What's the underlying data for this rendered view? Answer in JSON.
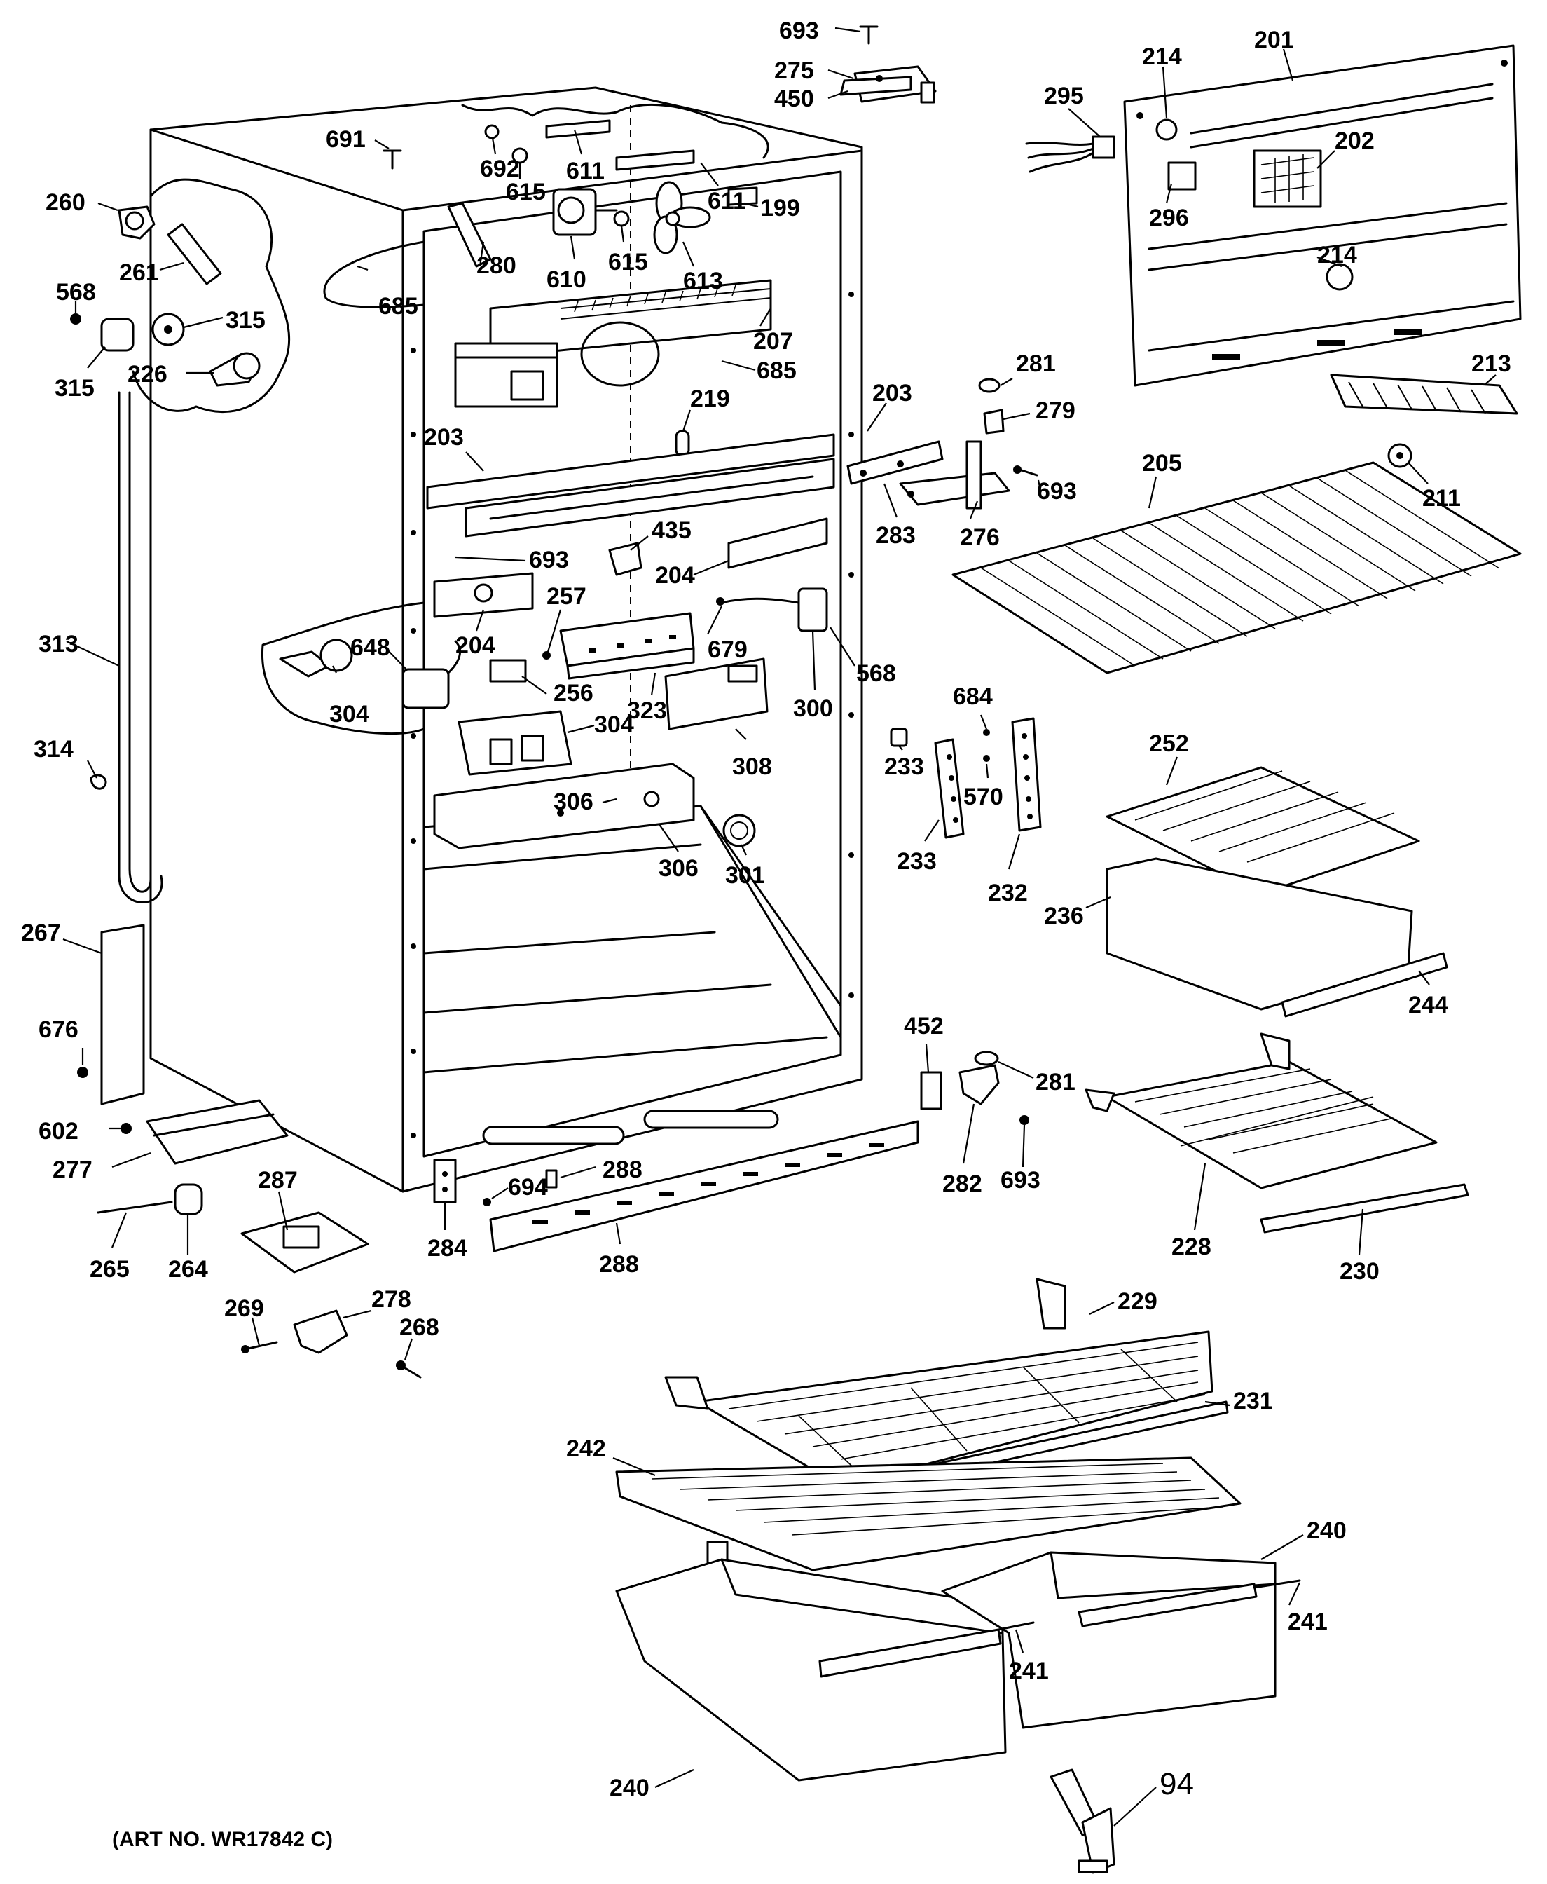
{
  "caption": "(ART NO. WR17842 C)",
  "callouts": {
    "c693a": "693",
    "c275": "275",
    "c450": "450",
    "c201": "201",
    "c214a": "214",
    "c295": "295",
    "c202": "202",
    "c296": "296",
    "c214b": "214",
    "c691": "691",
    "c692": "692",
    "c611a": "611",
    "c611b": "611",
    "c199": "199",
    "c260": "260",
    "c261": "261",
    "c615a": "615",
    "c615b": "615",
    "c610": "610",
    "c613": "613",
    "c280": "280",
    "c685a": "685",
    "c568a": "568",
    "c315a": "315",
    "c315b": "315",
    "c226": "226",
    "c207": "207",
    "c685b": "685",
    "c281a": "281",
    "c213": "213",
    "c279": "279",
    "c203a": "203",
    "c203b": "203",
    "c219": "219",
    "c693b": "693",
    "c205": "205",
    "c211": "211",
    "c283": "283",
    "c276": "276",
    "c693c": "693",
    "c435": "435",
    "c204a": "204",
    "c204b": "204",
    "c257": "257",
    "c679": "679",
    "c313": "313",
    "c648": "648",
    "c256": "256",
    "c323": "323",
    "c300": "300",
    "c568b": "568",
    "c304a": "304",
    "c304b": "304",
    "c684": "684",
    "c308": "308",
    "c233a": "233",
    "c570": "570",
    "c252": "252",
    "c314": "314",
    "c306a": "306",
    "c306b": "306",
    "c301": "301",
    "c233b": "233",
    "c232": "232",
    "c236": "236",
    "c267": "267",
    "c244": "244",
    "c452": "452",
    "c676": "676",
    "c281b": "281",
    "c602": "602",
    "c288a": "288",
    "c277": "277",
    "c694": "694",
    "c282": "282",
    "c693d": "693",
    "c287": "287",
    "c228": "228",
    "c230": "230",
    "c265": "265",
    "c264": "264",
    "c284": "284",
    "c288b": "288",
    "c269": "269",
    "c278": "278",
    "c268": "268",
    "c229": "229",
    "c231": "231",
    "c242": "242",
    "c240a": "240",
    "c241a": "241",
    "c241b": "241",
    "c240b": "240",
    "c94": "94"
  }
}
